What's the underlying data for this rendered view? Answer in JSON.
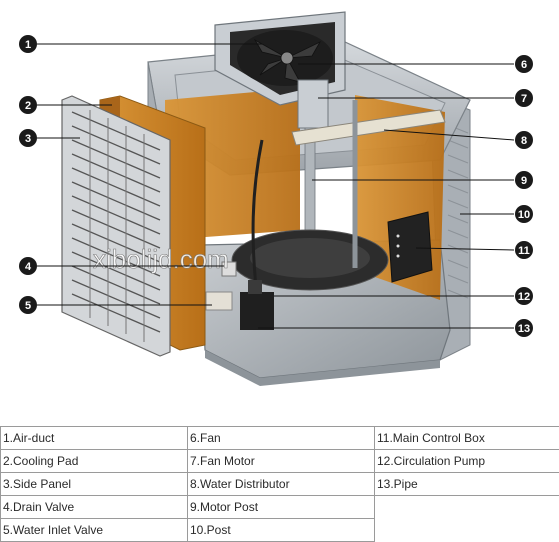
{
  "watermark": "xibolijd.com",
  "callouts": [
    "1",
    "2",
    "3",
    "4",
    "5",
    "6",
    "7",
    "8",
    "9",
    "10",
    "11",
    "12",
    "13"
  ],
  "parts": [
    [
      "1.Air-duct",
      "6.Fan",
      "11.Main Control Box"
    ],
    [
      "2.Cooling Pad",
      "7.Fan Motor",
      "12.Circulation Pump"
    ],
    [
      "3.Side Panel",
      "8.Water Distributor",
      "13.Pipe"
    ],
    [
      "4.Drain Valve",
      "9.Motor Post",
      ""
    ],
    [
      "5.Water Inlet Valve",
      "10.Post",
      ""
    ]
  ],
  "colors": {
    "housing": "#b8bdc2",
    "pad": "#c8801e",
    "callout": "#1a1a1a"
  }
}
